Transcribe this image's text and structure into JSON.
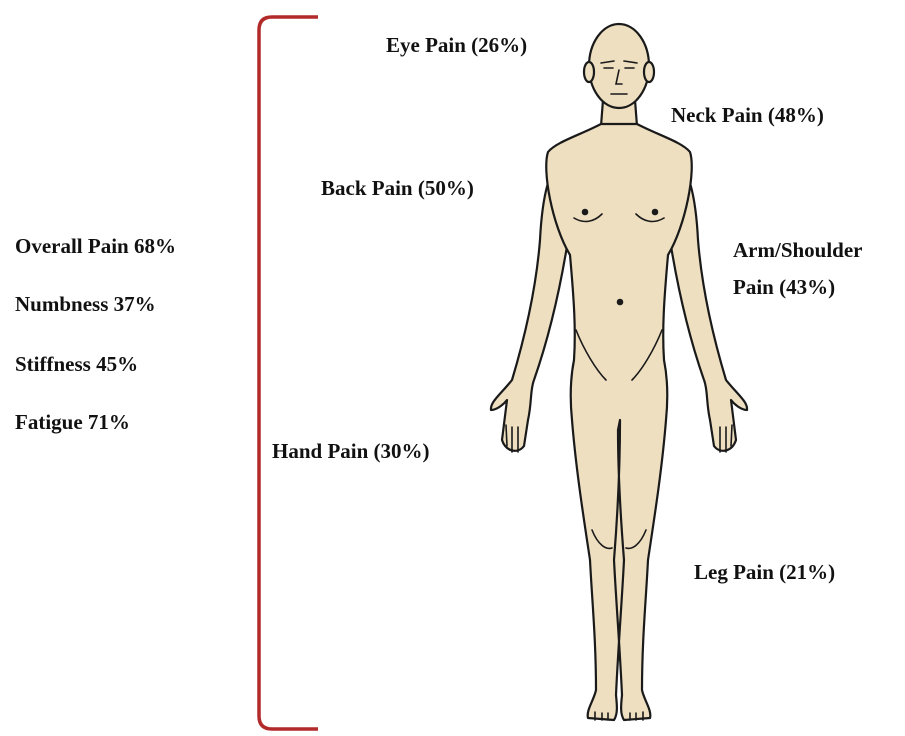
{
  "colors": {
    "bracket": "#b22a2a",
    "skin": "#eedfc0",
    "outline": "#1a1a1a",
    "text": "#111111"
  },
  "summary_stats": [
    {
      "label": "Overall Pain 68%"
    },
    {
      "label": "Numbness 37%"
    },
    {
      "label": "Stiffness 45%"
    },
    {
      "label": "Fatigue 71%"
    }
  ],
  "body_labels": {
    "eye": "Eye Pain (26%)",
    "neck": "Neck Pain (48%)",
    "back": "Back Pain (50%)",
    "arm_line1": "Arm/Shoulder",
    "arm_line2": "Pain (43%)",
    "hand": "Hand Pain (30%)",
    "leg": "Leg Pain (21%)"
  }
}
